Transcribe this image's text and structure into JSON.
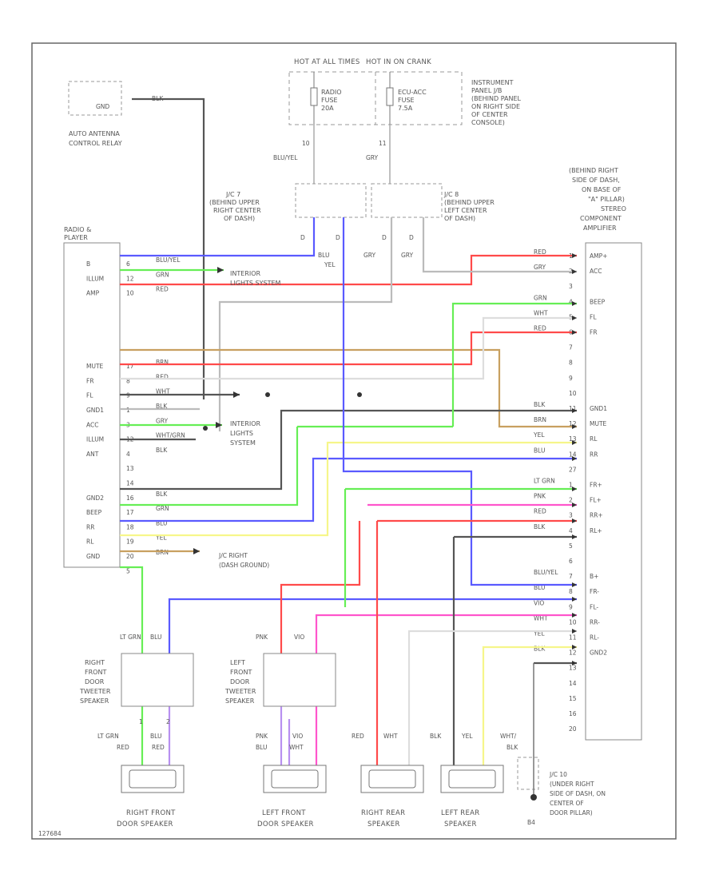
{
  "hot_at_all_times": "HOT AT ALL TIMES",
  "hot_in_on_crank": "HOT IN ON CRANK",
  "radio_fuse": [
    "RADIO",
    "FUSE",
    "20A"
  ],
  "ecu_acc_fuse": [
    "ECU-ACC",
    "FUSE",
    "7.5A"
  ],
  "instrument_panel_jb": [
    "INSTRUMENT",
    "PANEL J/B",
    "(BEHIND PANEL",
    "ON RIGHT SIDE",
    "OF CENTER",
    "CONSOLE)"
  ],
  "antenna_block": {
    "pin": "GND",
    "wire": "BLK",
    "label": [
      "AUTO ANTENNA",
      "CONTROL RELAY"
    ]
  },
  "feed_left": {
    "pin": "10",
    "color": "BLU/YEL"
  },
  "feed_right": {
    "pin": "11",
    "color": "GRY"
  },
  "jc7": [
    "J/C 7",
    "(BEHIND UPPER",
    "RIGHT CENTER",
    "OF DASH)"
  ],
  "jc8": [
    "J/C 8",
    "(BEHIND UPPER",
    "LEFT CENTER",
    "OF DASH)"
  ],
  "jc_pins": {
    "p1": "D",
    "p2": "D",
    "p3": "D",
    "p4": "D"
  },
  "jc_colors": {
    "c1": "BLU",
    "c2": "YEL",
    "c3": "GRY",
    "c4": "GRY"
  },
  "radio": {
    "title": [
      "RADIO &",
      "PLAYER"
    ],
    "pins": [
      "B",
      "ILLUM",
      "AMP",
      "",
      "",
      "",
      "",
      "MUTE",
      "FR",
      "FL",
      "GND1",
      "ACC",
      "ILLUM",
      "ANT",
      "",
      "",
      "GND2",
      "BEEP",
      "RR",
      "RL",
      "GND",
      ""
    ],
    "nums": [
      "6",
      "12",
      "10",
      "",
      "",
      "",
      "",
      "17",
      "8",
      "9",
      "1",
      "3",
      "12",
      "4",
      "13",
      "14",
      "16",
      "17",
      "18",
      "19",
      "20",
      "5"
    ],
    "colors": [
      "BLU/YEL",
      "GRN",
      "RED",
      "",
      "",
      "",
      "",
      "BRN",
      "RED",
      "WHT",
      "BLK",
      "GRY",
      "WHT/GRN",
      "BLK",
      "",
      "",
      "BLK",
      "GRN",
      "BLU",
      "YEL",
      "BRN",
      ""
    ]
  },
  "interior_lights_1": [
    "INTERIOR",
    "LIGHTS SYSTEM"
  ],
  "interior_lights_2": [
    "INTERIOR",
    "LIGHTS",
    "SYSTEM"
  ],
  "ground_label": [
    "J/C RIGHT",
    "(DASH GROUND)"
  ],
  "amp": {
    "location": [
      "(BEHIND RIGHT",
      "SIDE OF DASH,",
      "ON BASE OF",
      "\"A\" PILLAR)",
      "STEREO",
      "COMPONENT",
      "AMPLIFIER"
    ],
    "pins": [
      "AMP+",
      "ACC",
      "",
      "BEEP",
      "FL",
      "FR",
      "",
      "",
      "",
      "",
      "GND1",
      "MUTE",
      "RL",
      "RR",
      "",
      "FR+",
      "FL+",
      "RR+",
      "RL+",
      "",
      "",
      "B+",
      "FR-",
      "FL-",
      "RR-",
      "RL-",
      "GND2",
      "",
      "",
      "",
      "",
      ""
    ],
    "nums": [
      "1",
      "2",
      "3",
      "4",
      "5",
      "6",
      "7",
      "8",
      "9",
      "10",
      "11",
      "12",
      "13",
      "14",
      "27",
      "1",
      "2",
      "3",
      "4",
      "5",
      "6",
      "7",
      "8",
      "9",
      "10",
      "11",
      "12",
      "13",
      "14",
      "15",
      "16",
      "20"
    ],
    "colors": [
      "RED",
      "GRY",
      "",
      "GRN",
      "WHT",
      "RED",
      "",
      "",
      "",
      "",
      "BLK",
      "BRN",
      "YEL",
      "BLU",
      "",
      "LT GRN",
      "PNK",
      "RED",
      "BLK",
      "",
      "",
      "BLU/YEL",
      "BLU",
      "VIO",
      "WHT",
      "YEL",
      "BLK",
      "",
      "",
      "",
      "",
      ""
    ]
  },
  "tweeter_right": {
    "colors": [
      "LT GRN",
      "BLU"
    ],
    "label": [
      "RIGHT",
      "FRONT",
      "DOOR",
      "TWEETER",
      "SPEAKER"
    ]
  },
  "tweeter_left": {
    "colors": [
      "PNK",
      "VIO"
    ],
    "label": [
      "LEFT",
      "FRONT",
      "DOOR",
      "TWEETER",
      "SPEAKER"
    ]
  },
  "lower_wires": {
    "rf": [
      "LT GRN",
      "BLU",
      "RED",
      "RED"
    ],
    "lf": [
      "PNK",
      "VIO",
      "BLU",
      "WHT"
    ],
    "rr": [
      "RED",
      "WHT"
    ],
    "lr": [
      "BLK",
      "YEL"
    ],
    "gnd": [
      "WHT/",
      "BLK"
    ]
  },
  "tweeter_pins": [
    "1",
    "2"
  ],
  "speakers": [
    [
      "RIGHT FRONT",
      "DOOR SPEAKER"
    ],
    [
      "LEFT FRONT",
      "DOOR SPEAKER"
    ],
    [
      "RIGHT REAR",
      "SPEAKER"
    ],
    [
      "LEFT REAR",
      "SPEAKER"
    ]
  ],
  "jc10": [
    "J/C 10",
    "(UNDER RIGHT",
    "SIDE OF DASH, ON",
    "CENTER OF",
    "DOOR PILLAR)"
  ],
  "jc10_pin": "B4",
  "footer_code": "127684",
  "colors": {
    "red": "#ff4a4a",
    "green": "#66ee55",
    "blue": "#5a5aff",
    "yellow": "#f6f68a",
    "brown": "#c8a060",
    "black": "#555555",
    "gray": "#bbbbbb",
    "pink": "#ff55cc",
    "violet": "#b890f0",
    "ltgreen": "#66ee55"
  }
}
